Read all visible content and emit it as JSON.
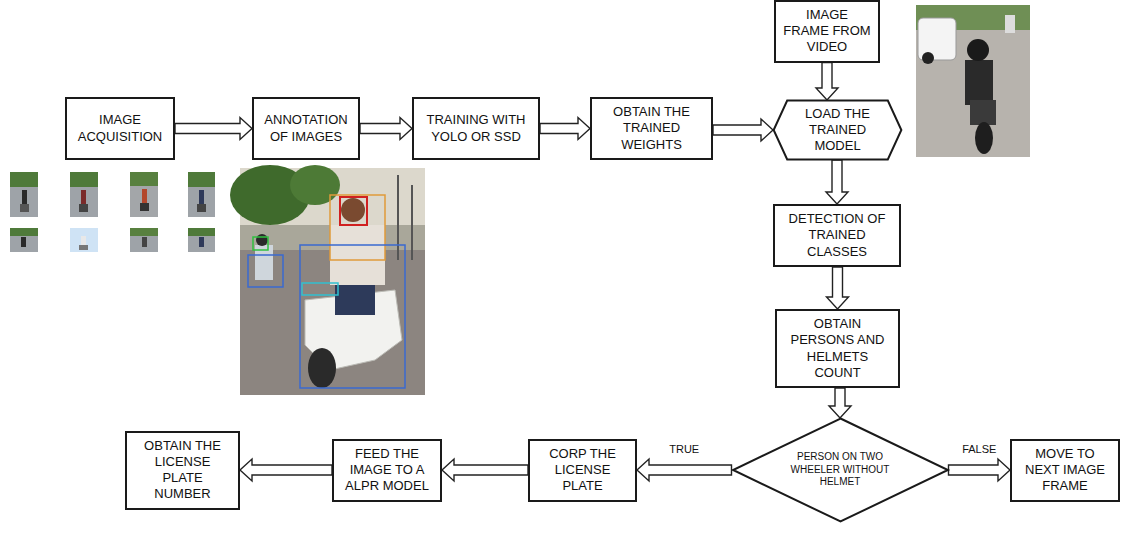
{
  "diagram": {
    "nodes": [
      {
        "text": [
          "IMAGE ACQUISITION"
        ]
      },
      {
        "text": [
          "ANNOTATION OF IMAGES"
        ]
      },
      {
        "text": [
          "TRAINING WITH YOLO OR SSD"
        ]
      },
      {
        "text": [
          "OBTAIN THE TRAINED WEIGHTS"
        ]
      },
      {
        "text": [
          "IMAGE FRAME FROM VIDEO"
        ]
      },
      {
        "text": [
          "LOAD THE TRAINED MODEL"
        ]
      },
      {
        "text": [
          "DETECTION OF TRAINED CLASSES"
        ]
      },
      {
        "text": [
          "OBTAIN PERSONS AND HELMETS COUNT"
        ]
      },
      {
        "text": [
          "PERSON ON TWO WHEELER WITHOUT HELMET"
        ]
      },
      {
        "text": [
          "CORP THE LICENSE PLATE"
        ]
      },
      {
        "text": [
          "FEED THE IMAGE TO A ALPR MODEL"
        ]
      },
      {
        "text": [
          "OBTAIN THE LICENSE PLATE NUMBER"
        ]
      },
      {
        "text": [
          "MOVE TO NEXT IMAGE FRAME"
        ]
      }
    ],
    "edges": [
      {
        "from": 0,
        "to": 1,
        "arrow": "to"
      },
      {
        "from": 1,
        "to": 2,
        "arrow": "to"
      },
      {
        "from": 2,
        "to": 3,
        "arrow": "to"
      },
      {
        "from": 3,
        "to": 5,
        "arrow": "to"
      },
      {
        "from": 4,
        "to": 5,
        "arrow": "to"
      },
      {
        "from": 5,
        "to": 6,
        "arrow": "to"
      },
      {
        "from": 6,
        "to": 7,
        "arrow": "to"
      },
      {
        "from": 7,
        "to": 8,
        "arrow": "to"
      },
      {
        "from": 8,
        "to": 9,
        "label": "TRUE",
        "arrow": "to"
      },
      {
        "from": 9,
        "to": 10,
        "arrow": "to"
      },
      {
        "from": 10,
        "to": 11,
        "arrow": "to"
      },
      {
        "from": 8,
        "to": 12,
        "label": "FALSE",
        "arrow": "to"
      }
    ]
  }
}
